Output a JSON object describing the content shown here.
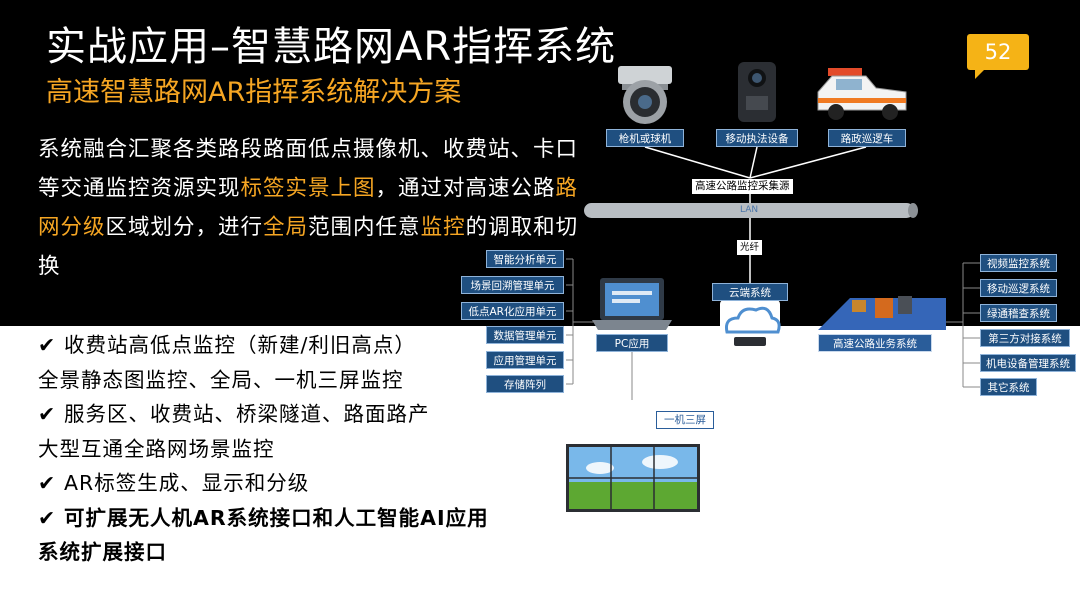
{
  "header": {
    "title": "实战应用–智慧路网AR指挥系统",
    "subtitle": "高速智慧路网AR指挥系统解决方案",
    "page_number": "52"
  },
  "intro": {
    "part1": "系统融合汇聚各类路段路面低点摄像机、收费站、卡口等交通监控资源实现",
    "hl1": "标签实景上图",
    "part2": "，通过对高速公路",
    "hl2": "路网分级",
    "part3": "区域划分，进行",
    "hl3": "全局",
    "part4": "范围内任意",
    "hl4": "监控",
    "part5": "的调取和切换"
  },
  "features": {
    "check": "✔",
    "f1_line1": "收费站高低点监控（新建/利旧高点）",
    "f1_line2": "全景静态图监控、全局、一机三屏监控",
    "f2_line1": "服务区、收费站、桥梁隧道、路面路产",
    "f2_line2": "大型互通全路网场景监控",
    "f3_line1": "AR标签生成、显示和分级",
    "f4_line1": "可扩展无人机AR系统接口和人工智能AI应用",
    "f4_line2": "系统扩展接口"
  },
  "diagram": {
    "devices": [
      "枪机或球机",
      "移动执法设备",
      "路政巡逻车"
    ],
    "collector": "高速公路监控采集源",
    "lan": "LAN",
    "fiber": "光纤",
    "cloud": "云端系统",
    "pc": "PC应用",
    "business": "高速公路业务系统",
    "screens": "一机三屏",
    "pc_units": [
      "智能分析单元",
      "场景回溯管理单元",
      "低点AR化应用单元",
      "数据管理单元",
      "应用管理单元",
      "存储阵列"
    ],
    "right_systems": [
      "视频监控系统",
      "移动巡逻系统",
      "绿通稽查系统",
      "第三方对接系统",
      "机电设备管理系统",
      "其它系统"
    ]
  },
  "colors": {
    "accent": "#f6a623",
    "badge": "#f5b316",
    "label_bg": "#1f4f80",
    "band": "#000000"
  }
}
